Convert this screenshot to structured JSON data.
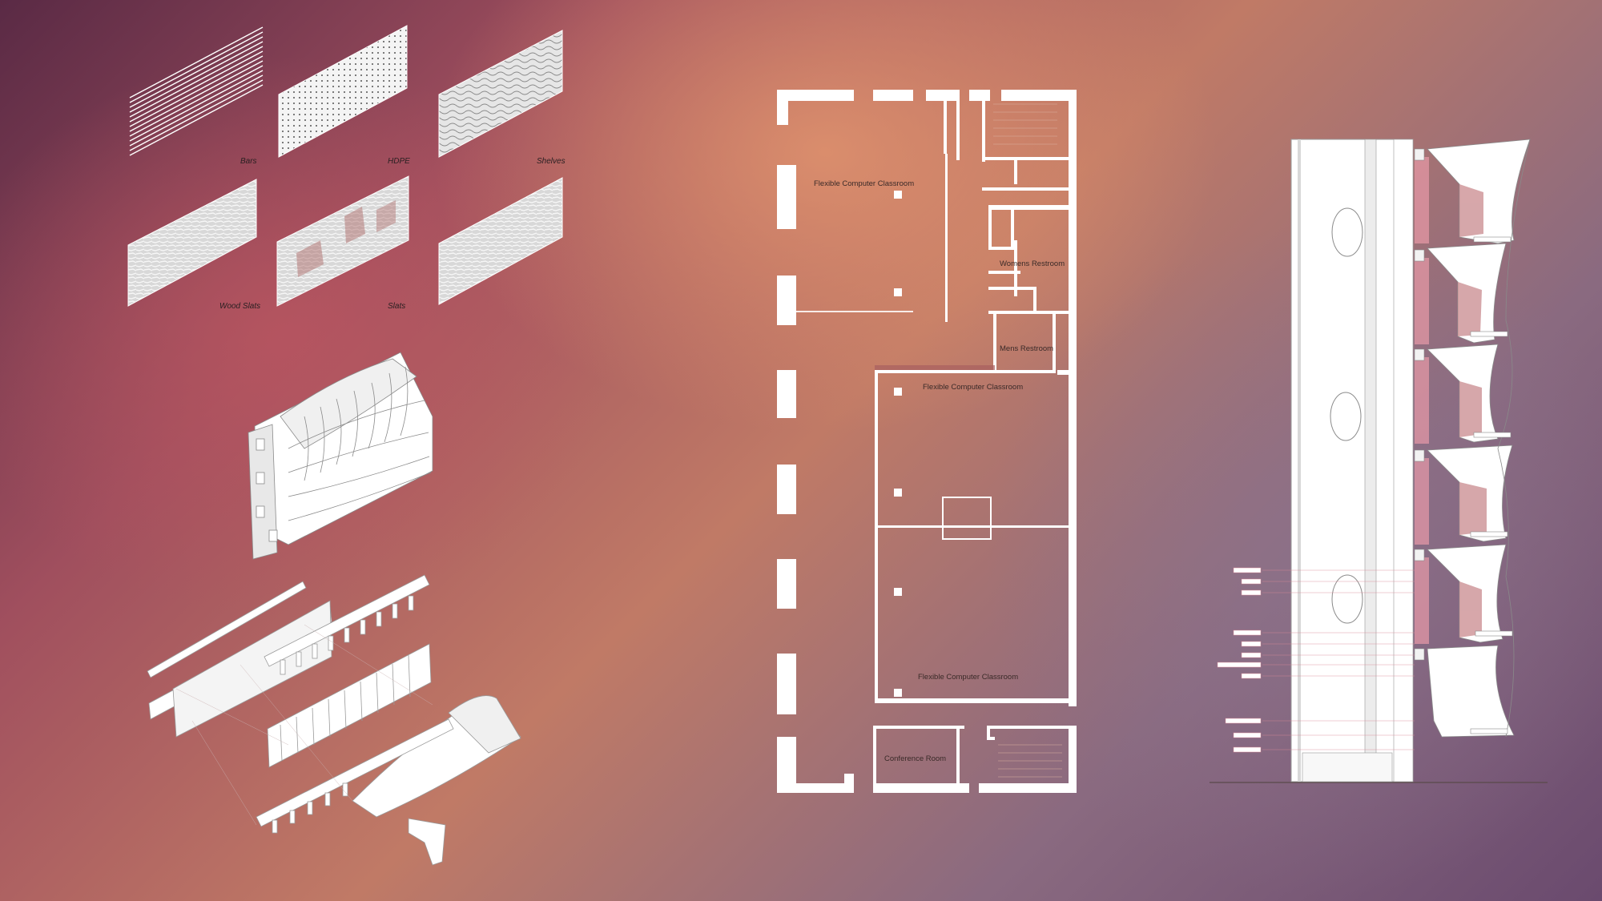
{
  "panels": {
    "material_labels": [
      "Bars",
      "HDPE",
      "Shelves",
      "Wood Slats",
      "Slats"
    ],
    "floor_plan_rooms": [
      "Flexible Computer Classroom",
      "Womens Restroom",
      "Mens Restroom",
      "Flexible Computer Classroom",
      "Flexible Computer Classroom",
      "Conference Room"
    ]
  },
  "colors": {
    "line": "#ffffff",
    "accent_pink": "#e89aa8"
  }
}
